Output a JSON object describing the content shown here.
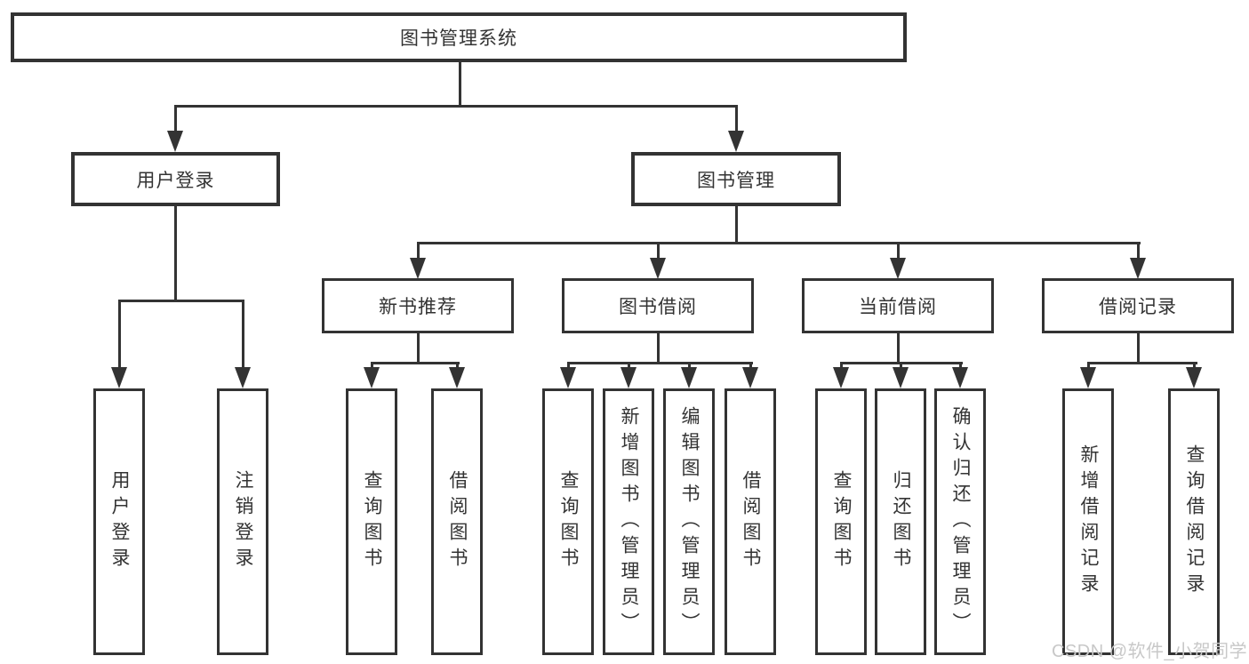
{
  "diagram": {
    "root": "图书管理系统",
    "level2": [
      "用户登录",
      "图书管理"
    ],
    "level3": [
      "新书推荐",
      "图书借阅",
      "当前借阅",
      "借阅记录"
    ],
    "leaves": [
      "用户登录",
      "注销登录",
      "查询图书",
      "借阅图书",
      "查询图书",
      "新增图书（管理员）",
      "编辑图书（管理员）",
      "借阅图书",
      "查询图书",
      "归还图书",
      "确认归还（管理员）",
      "新增借阅记录",
      "查询借阅记录"
    ]
  },
  "watermark": "CSDN @软件_小贺同学",
  "colors": {
    "line": "#333333",
    "box_border": "#333333",
    "box_fill": "#ffffff",
    "text": "#333333",
    "watermark": "#c8c8c8"
  }
}
